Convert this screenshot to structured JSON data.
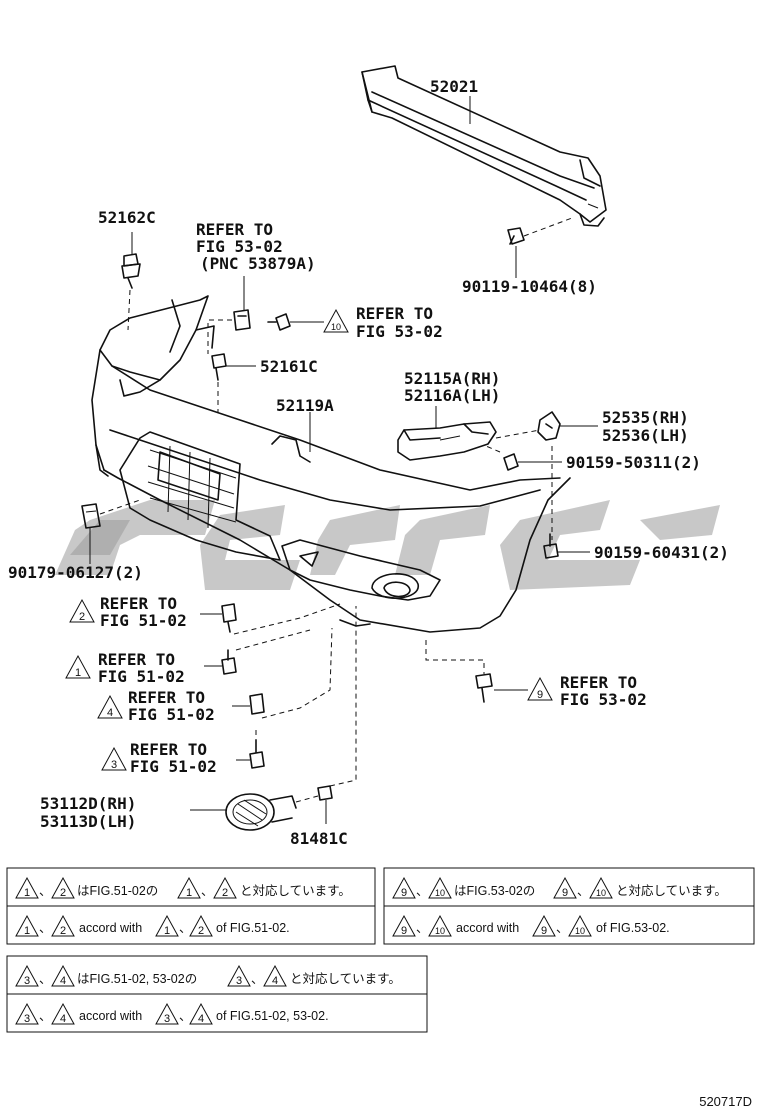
{
  "labels": {
    "p52021": "52021",
    "p90119": "90119-10464(8)",
    "p52162c": "52162C",
    "refer_53_02_pnc_1": "REFER TO",
    "refer_53_02_pnc_2": "FIG 53-02",
    "refer_53_02_pnc_3": "(PNC 53879A)",
    "refer10_1": "REFER TO",
    "refer10_2": "FIG 53-02",
    "p52161c": "52161C",
    "p52115a": "52115A(RH)",
    "p52116a": "52116A(LH)",
    "p52119a": "52119A",
    "p52535": "52535(RH)",
    "p52536": "52536(LH)",
    "p90159_50311": "90159-50311(2)",
    "p90179": "90179-06127(2)",
    "p90159_60431": "90159-60431(2)",
    "refer2_1": "REFER TO",
    "refer2_2": "FIG 51-02",
    "refer1_1": "REFER TO",
    "refer1_2": "FIG 51-02",
    "refer4_1": "REFER TO",
    "refer4_2": "FIG 51-02",
    "refer3_1": "REFER TO",
    "refer3_2": "FIG 51-02",
    "refer9_1": "REFER TO",
    "refer9_2": "FIG 53-02",
    "p53112d": "53112D(RH)",
    "p53113d": "53113D(LH)",
    "p81481c": "81481C"
  },
  "triangles": {
    "t1": "1",
    "t2": "2",
    "t3": "3",
    "t4": "4",
    "t9": "9",
    "t10": "10"
  },
  "notes": {
    "n1_sep": "、",
    "n1_jp_mid": "はFIG.51-02の",
    "n1_jp_end": "と対応しています。",
    "n1_en_mid": "accord with",
    "n1_en_end": "of FIG.51-02.",
    "n2_sep": "、",
    "n2_jp_mid": "はFIG.53-02の",
    "n2_jp_end": "と対応しています。",
    "n2_en_mid": "accord with",
    "n2_en_end": "of FIG.53-02.",
    "n3_sep": "、",
    "n3_jp_mid": "はFIG.51-02, 53-02の",
    "n3_jp_end": "と対応しています。",
    "n3_en_mid": "accord with",
    "n3_en_end": "of FIG.51-02, 53-02."
  },
  "footer": {
    "code": "520717D"
  },
  "watermark": {
    "color": "#9a9a9a"
  }
}
